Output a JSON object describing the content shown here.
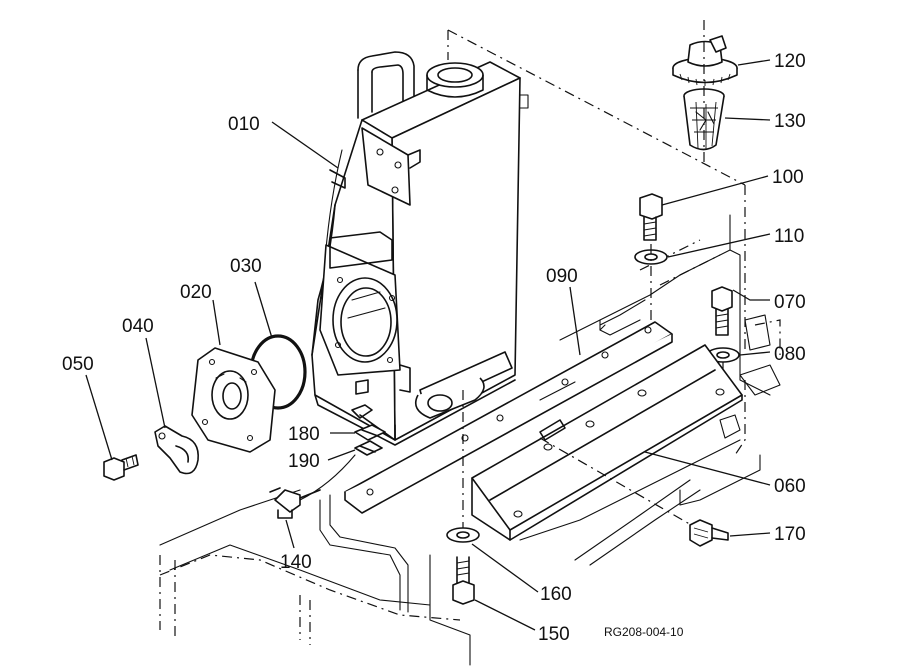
{
  "figure_code": "RG208-004-10",
  "parts": [
    {
      "id": "010",
      "label": "010"
    },
    {
      "id": "020",
      "label": "020"
    },
    {
      "id": "030",
      "label": "030"
    },
    {
      "id": "040",
      "label": "040"
    },
    {
      "id": "050",
      "label": "050"
    },
    {
      "id": "060",
      "label": "060"
    },
    {
      "id": "070",
      "label": "070"
    },
    {
      "id": "080",
      "label": "080"
    },
    {
      "id": "090",
      "label": "090"
    },
    {
      "id": "100",
      "label": "100"
    },
    {
      "id": "110",
      "label": "110"
    },
    {
      "id": "120",
      "label": "120"
    },
    {
      "id": "130",
      "label": "130"
    },
    {
      "id": "140",
      "label": "140"
    },
    {
      "id": "150",
      "label": "150"
    },
    {
      "id": "160",
      "label": "160"
    },
    {
      "id": "170",
      "label": "170"
    },
    {
      "id": "180",
      "label": "180"
    },
    {
      "id": "190",
      "label": "190"
    }
  ]
}
